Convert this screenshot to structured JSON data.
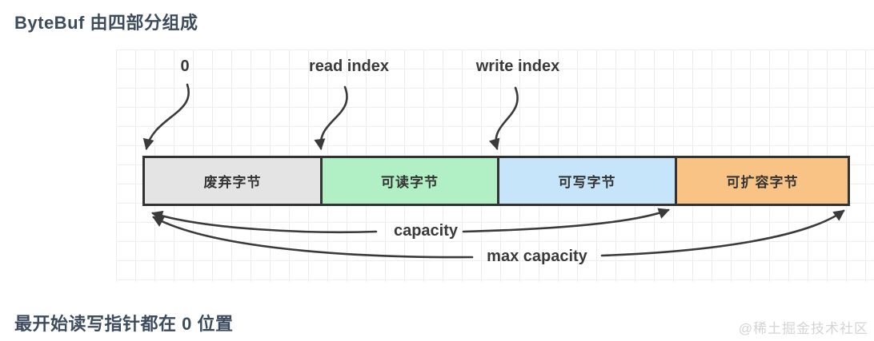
{
  "title": "ByteBuf 由四部分组成",
  "footer": "最开始读写指针都在 0 位置",
  "watermark": "@稀土掘金技术社区",
  "diagram": {
    "pointer_labels": {
      "zero": "0",
      "read": "read index",
      "write": "write index"
    },
    "segments": [
      {
        "label": "废弃字节",
        "color": "#e4e4e4"
      },
      {
        "label": "可读字节",
        "color": "#b0f0c4"
      },
      {
        "label": "可写字节",
        "color": "#c6e5fb"
      },
      {
        "label": "可扩容字节",
        "color": "#f9c386"
      }
    ],
    "capacity_label": "capacity",
    "max_capacity_label": "max capacity"
  },
  "colors": {
    "outline": "#333333",
    "arrow": "#3a3a3a",
    "heading_text": "#3d4b5e",
    "grid_line": "#ededed",
    "watermark_text": "#d4d4d4"
  }
}
